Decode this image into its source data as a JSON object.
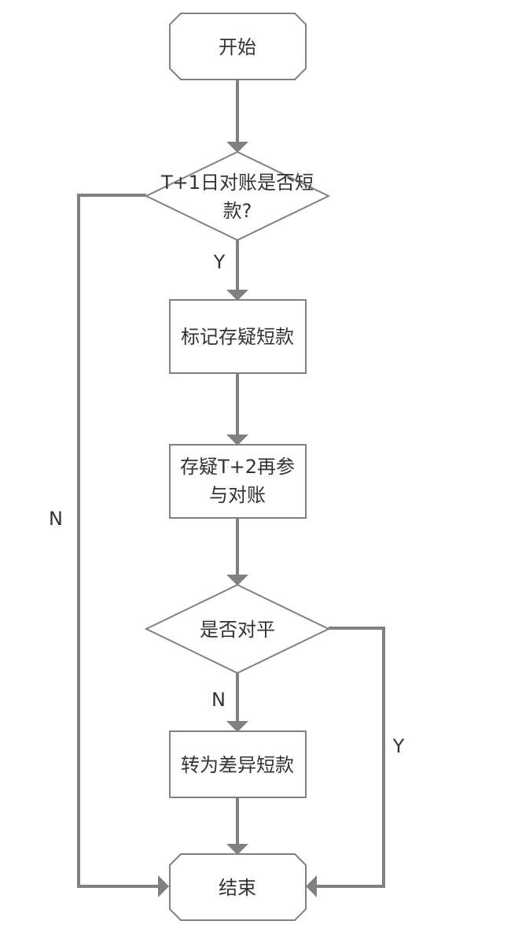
{
  "nodes": {
    "start": {
      "lines": [
        "开始"
      ]
    },
    "decision_short": {
      "lines": [
        "T+1日对账是否短",
        "款?"
      ]
    },
    "mark_suspect": {
      "lines": [
        "标记存疑短款"
      ]
    },
    "retry_recon": {
      "lines": [
        "存疑T+2再参",
        "与对账"
      ]
    },
    "decision_balanced": {
      "lines": [
        "是否对平"
      ]
    },
    "to_diff": {
      "lines": [
        "转为差异短款"
      ]
    },
    "end": {
      "lines": [
        "结束"
      ]
    }
  },
  "edge_labels": {
    "short_yes": "Y",
    "short_no": "N",
    "balanced_no": "N",
    "balanced_yes": "Y"
  },
  "colors": {
    "line": "#808080",
    "text": "#333333",
    "fill": "#ffffff"
  }
}
